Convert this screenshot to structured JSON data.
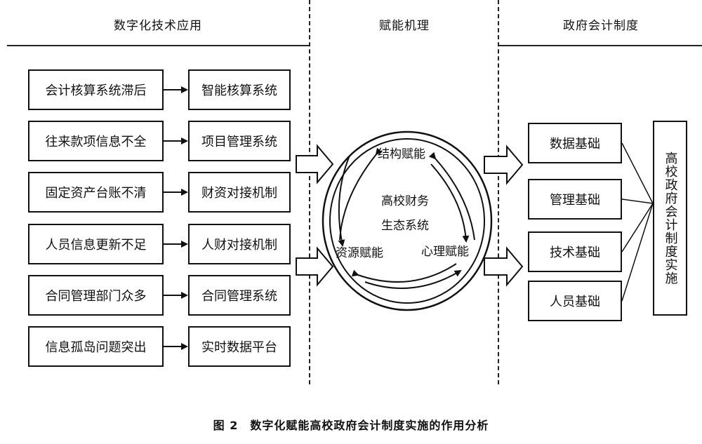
{
  "headers": {
    "left": "数字化技术应用",
    "middle": "赋能机理",
    "right": "政府会计制度"
  },
  "problems": [
    "会计核算系统滞后",
    "往来款项信息不全",
    "固定资产台账不清",
    "人员信息更新不足",
    "合同管理部门众多",
    "信息孤岛问题突出"
  ],
  "solutions": [
    "智能核算系统",
    "项目管理系统",
    "财资对接机制",
    "人财对接机制",
    "合同管理系统",
    "实时数据平台"
  ],
  "cycle": {
    "center": [
      "高校财务",
      "生态系统"
    ],
    "top": "结构赋能",
    "bottom_left": "资源赋能",
    "bottom_right": "心理赋能"
  },
  "foundations": [
    "数据基础",
    "管理基础",
    "技术基础",
    "人员基础"
  ],
  "implementation": "高校政府会计制度实施",
  "caption": "图 2　数字化赋能高校政府会计制度实施的作用分析"
}
